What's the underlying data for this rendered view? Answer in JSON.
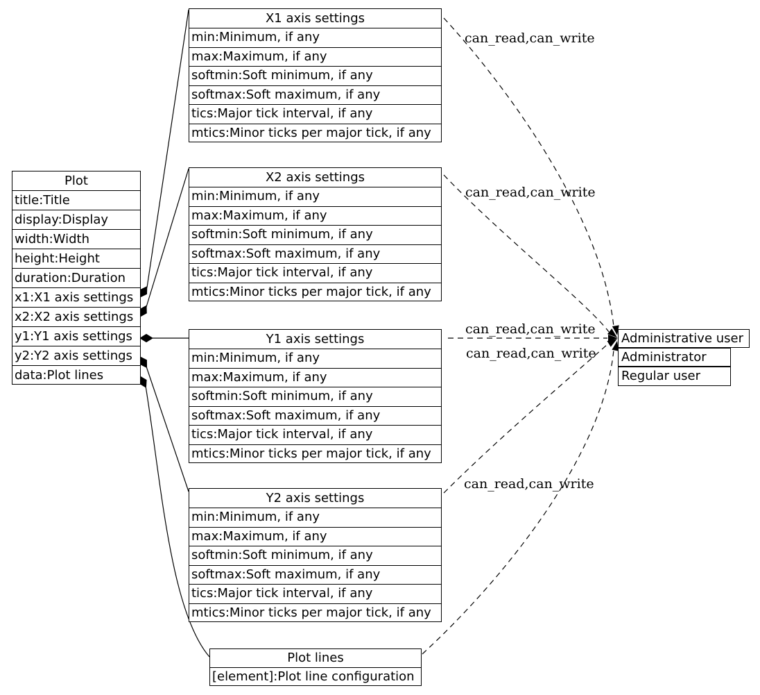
{
  "nodes": {
    "plot": {
      "title": "Plot",
      "fields": [
        "title:Title",
        "display:Display",
        "width:Width",
        "height:Height",
        "duration:Duration",
        "x1:X1 axis settings",
        "x2:X2 axis settings",
        "y1:Y1 axis settings",
        "y2:Y2 axis settings",
        "data:Plot lines"
      ]
    },
    "x1_axis": {
      "title": "X1 axis settings",
      "fields": [
        "min:Minimum, if any",
        "max:Maximum, if any",
        "softmin:Soft minimum, if any",
        "softmax:Soft maximum, if any",
        "tics:Major tick interval, if any",
        "mtics:Minor ticks per major tick, if any"
      ]
    },
    "x2_axis": {
      "title": "X2 axis settings",
      "fields": [
        "min:Minimum, if any",
        "max:Maximum, if any",
        "softmin:Soft minimum, if any",
        "softmax:Soft maximum, if any",
        "tics:Major tick interval, if any",
        "mtics:Minor ticks per major tick, if any"
      ]
    },
    "y1_axis": {
      "title": "Y1 axis settings",
      "fields": [
        "min:Minimum, if any",
        "max:Maximum, if any",
        "softmin:Soft minimum, if any",
        "softmax:Soft maximum, if any",
        "tics:Major tick interval, if any",
        "mtics:Minor ticks per major tick, if any"
      ]
    },
    "y2_axis": {
      "title": "Y2 axis settings",
      "fields": [
        "min:Minimum, if any",
        "max:Maximum, if any",
        "softmin:Soft minimum, if any",
        "softmax:Soft maximum, if any",
        "tics:Major tick interval, if any",
        "mtics:Minor ticks per major tick, if any"
      ]
    },
    "plot_lines": {
      "title": "Plot lines",
      "fields": [
        "[element]:Plot line configuration"
      ]
    },
    "users": [
      "Administrative user",
      "Administrator",
      "Regular user"
    ]
  },
  "edges": {
    "labels": [
      "can_read,can_write",
      "can_read,can_write",
      "can_read,can_write",
      "can_read,can_write",
      "can_read,can_write"
    ]
  },
  "colors": {
    "background": "#ffffff",
    "stroke": "#000000",
    "text": "#000000"
  }
}
